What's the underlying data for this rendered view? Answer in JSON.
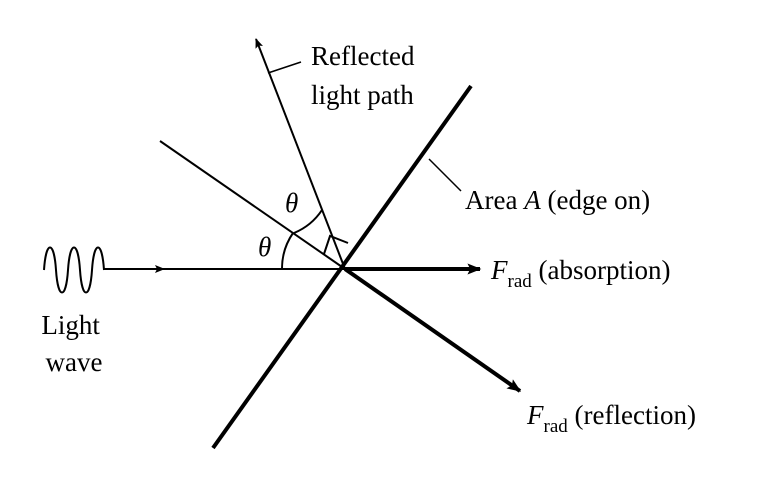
{
  "labels": {
    "reflected_path": [
      "Reflected",
      "light path"
    ],
    "area": {
      "prefix": "Area ",
      "symbol": "A",
      "suffix": " (edge on)"
    },
    "theta_upper": "θ",
    "theta_lower": "θ",
    "light_wave": [
      "Light",
      "wave"
    ],
    "force_absorption": {
      "symbol": "F",
      "subscript": "rad",
      "suffix": " (absorption)"
    },
    "force_reflection": {
      "symbol": "F",
      "subscript": "rad",
      "suffix": " (reflection)"
    }
  },
  "colors": {
    "ink": "#000000",
    "background": "#ffffff"
  }
}
